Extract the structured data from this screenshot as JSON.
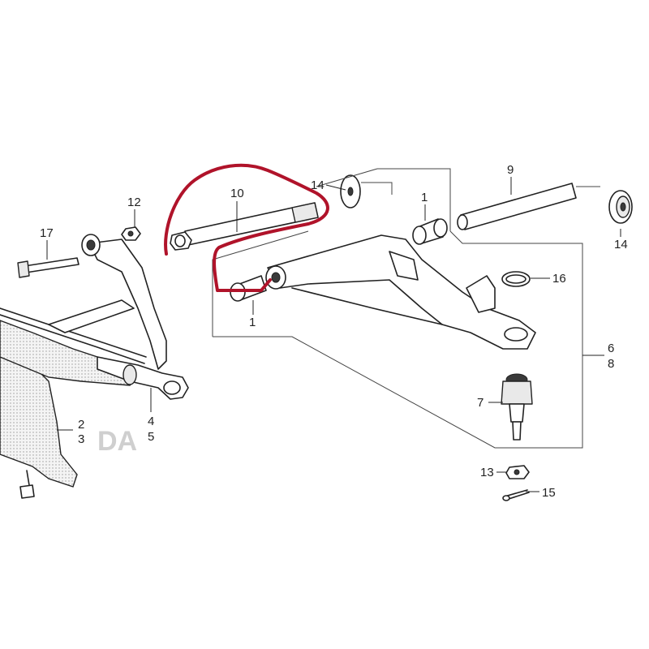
{
  "callouts": {
    "p10": "10",
    "p14a": "14",
    "p1a": "1",
    "p9": "9",
    "p14b": "14",
    "p12": "12",
    "p17": "17",
    "p16": "16",
    "p1b": "1",
    "p6": "6",
    "p8": "8",
    "p4": "4",
    "p5": "5",
    "p2": "2",
    "p3": "3",
    "p7": "7",
    "p13": "13",
    "p15": "15"
  },
  "colors": {
    "highlight": "#b0132a",
    "line": "#222222",
    "background": "#ffffff"
  },
  "icons": {
    "bolt": "bolt-icon",
    "washer": "washer-icon",
    "nut": "nut-icon",
    "ball_joint": "ball-joint-icon",
    "cotter_pin": "cotter-pin-icon"
  }
}
